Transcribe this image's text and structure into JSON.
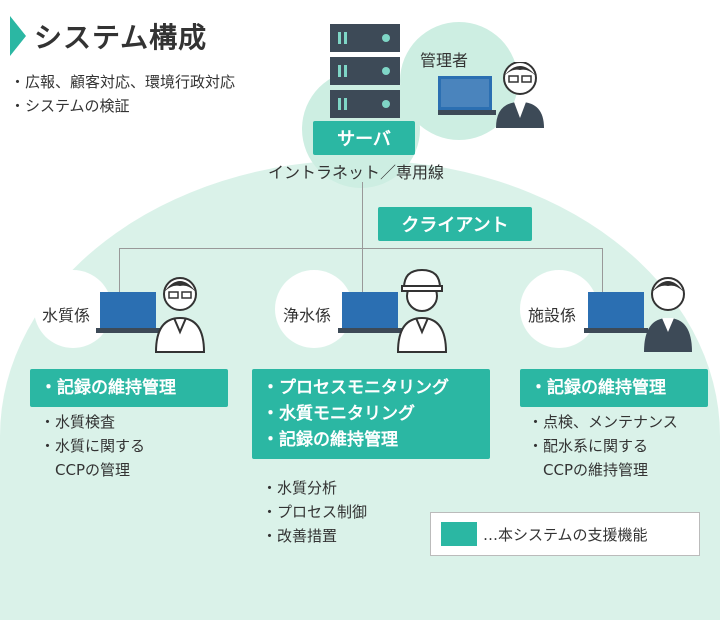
{
  "title": "システム構成",
  "intro_bullets": [
    "・広報、顧客対応、環境行政対応",
    "・システムの検証"
  ],
  "server": {
    "label": "サーバ",
    "network": "イントラネット／専用線"
  },
  "admin": {
    "label": "管理者"
  },
  "client_label": "クライアント",
  "clients": [
    {
      "label": "水質係",
      "functions": [
        "・記録の維持管理"
      ],
      "sub": [
        "・水質検査",
        "・水質に関する",
        "　CCPの管理"
      ]
    },
    {
      "label": "浄水係",
      "functions": [
        "・プロセスモニタリング",
        "・水質モニタリング",
        "・記録の維持管理"
      ],
      "sub": [
        "・水質分析",
        "・プロセス制御",
        "・改善措置"
      ]
    },
    {
      "label": "施設係",
      "functions": [
        "・記録の維持管理"
      ],
      "sub": [
        "・点検、メンテナンス",
        "・配水系に関する",
        "　CCPの維持管理"
      ]
    }
  ],
  "legend": {
    "text": "…本システムの支援機能"
  },
  "colors": {
    "accent": "#2bb7a3",
    "light": "#cdeee2"
  }
}
